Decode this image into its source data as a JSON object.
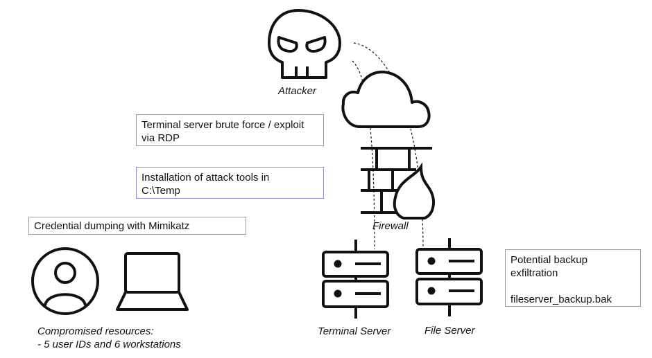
{
  "steps": {
    "brute_force": {
      "line1": "Terminal server brute force / exploit",
      "line2": "via RDP"
    },
    "install_tools": {
      "line1": "Installation of attack tools in",
      "line2": "C:\\Temp"
    },
    "credential_dump": {
      "line1": "Credential dumping with Mimikatz"
    },
    "exfiltration": {
      "line1": "Potential backup",
      "line2": "exfiltration",
      "line3": "fileserver_backup.bak"
    }
  },
  "labels": {
    "attacker": "Attacker",
    "firewall": "Firewall",
    "terminal_server": "Terminal Server",
    "file_server": "File Server",
    "compromised_line1": "Compromised resources:",
    "compromised_line2": "- 5 user IDs and 6 workstations"
  },
  "icons": {
    "attacker": "skull-icon",
    "cloud": "cloud-icon",
    "firewall": "firewall-icon",
    "user": "user-icon",
    "workstation": "laptop-icon",
    "terminal_server": "server-icon",
    "file_server": "server-icon"
  }
}
